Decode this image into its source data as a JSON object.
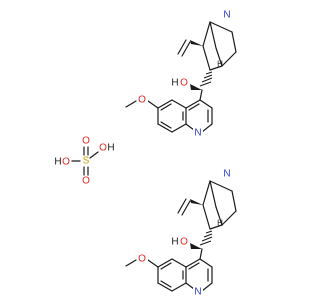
{
  "colors": {
    "bond": "#1a1a1a",
    "nitrogen": "#2f3fd0",
    "oxygen": "#e0281e",
    "sulfur": "#c9a400",
    "carbon_text": "#1a1a1a",
    "background": "#ffffff"
  },
  "labels": {
    "quinuclidine_n": "N",
    "bridgehead_h": "H",
    "hydroxyl_o": "O",
    "hydroxyl_h": "H",
    "methoxy_o": "O",
    "quinoline_n": "N",
    "sulfate_s": "S",
    "sulfate_o": "O",
    "sulfate_oh_o": "O",
    "sulfate_oh_h": "H",
    "sulfate_ho_h": "H"
  }
}
